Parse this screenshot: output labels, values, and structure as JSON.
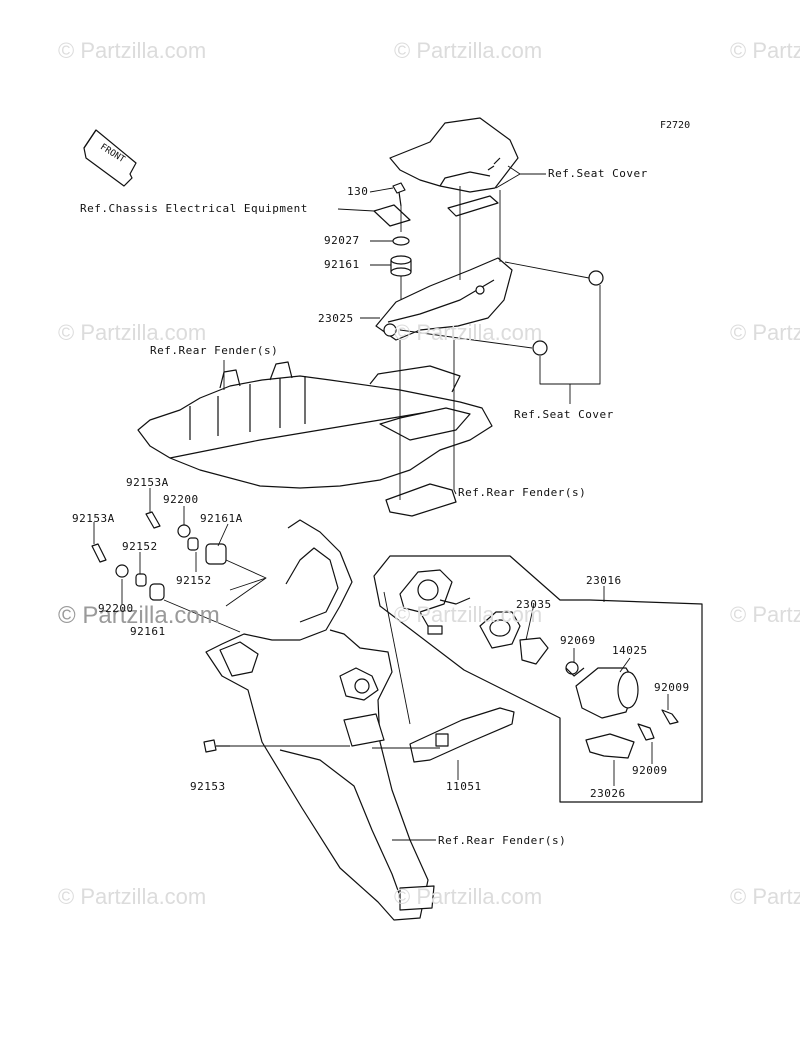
{
  "figure_code": "F2720",
  "front_label": "FRONT",
  "watermark": "© Partzilla.com",
  "parts": {
    "p130": "130",
    "p92027": "92027",
    "p92161": "92161",
    "p23025": "23025",
    "p92153A_a": "92153A",
    "p92153A_b": "92153A",
    "p92200_a": "92200",
    "p92200_b": "92200",
    "p92161A": "92161A",
    "p92152_a": "92152",
    "p92152_b": "92152",
    "p92161_b": "92161",
    "p92153": "92153",
    "p11051": "11051",
    "p23016": "23016",
    "p23035": "23035",
    "p92069": "92069",
    "p14025": "14025",
    "p92009_a": "92009",
    "p92009_b": "92009",
    "p23026": "23026"
  },
  "refs": {
    "seat_cover_top": "Ref.Seat Cover",
    "chassis_electrical": "Ref.Chassis Electrical Equipment",
    "rear_fender_left": "Ref.Rear Fender(s)",
    "seat_cover_mid": "Ref.Seat Cover",
    "rear_fender_mid": "Ref.Rear Fender(s)",
    "rear_fender_bottom": "Ref.Rear Fender(s)"
  }
}
